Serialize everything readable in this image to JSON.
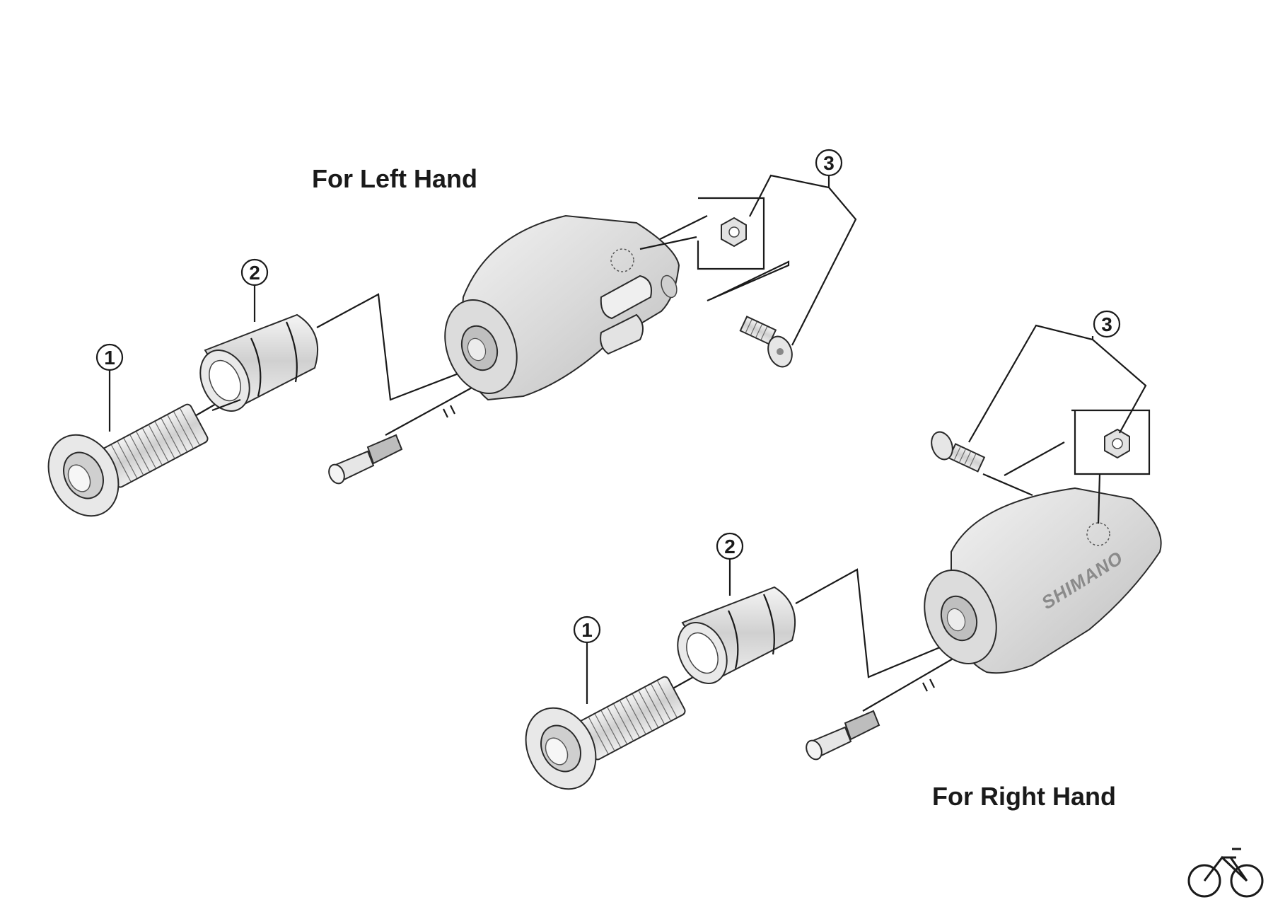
{
  "labels": {
    "left_title": "For Left Hand",
    "right_title": "For Right Hand",
    "brand": "SHIMANO"
  },
  "callouts": {
    "left": {
      "c1": "1",
      "c2": "2",
      "c3": "3"
    },
    "right": {
      "c1": "1",
      "c2": "2",
      "c3": "3"
    }
  },
  "parts": [
    {
      "number": "1",
      "name": "bar-end-bolt"
    },
    {
      "number": "2",
      "name": "plug-sleeve"
    },
    {
      "number": "3",
      "name": "clamp-bolt-and-nut"
    }
  ],
  "colors": {
    "line": "#1a1a1a",
    "part_fill": "#e4e4e4",
    "part_shade": "#c8c8c8"
  },
  "icons": {
    "corner_logo": "bicycle-icon"
  }
}
